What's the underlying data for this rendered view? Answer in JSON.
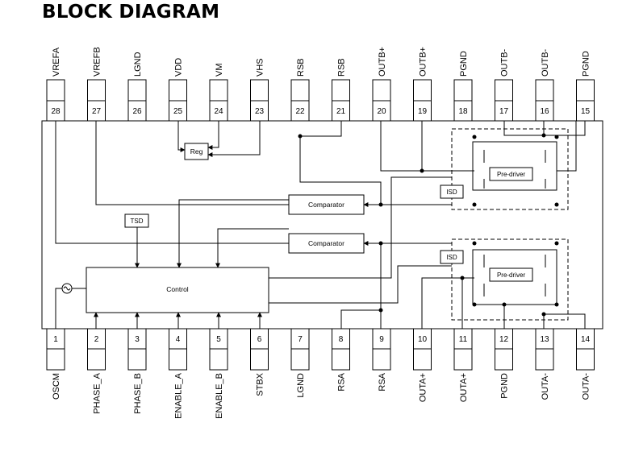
{
  "title": "BLOCK DIAGRAM",
  "top_pins": [
    {
      "num": "28",
      "name": "VREFA"
    },
    {
      "num": "27",
      "name": "VREFB"
    },
    {
      "num": "26",
      "name": "LGND"
    },
    {
      "num": "25",
      "name": "VDD"
    },
    {
      "num": "24",
      "name": "VM"
    },
    {
      "num": "23",
      "name": "VHS"
    },
    {
      "num": "22",
      "name": "RSB"
    },
    {
      "num": "21",
      "name": "RSB"
    },
    {
      "num": "20",
      "name": "OUTB+"
    },
    {
      "num": "19",
      "name": "OUTB+"
    },
    {
      "num": "18",
      "name": "PGND"
    },
    {
      "num": "17",
      "name": "OUTB-"
    },
    {
      "num": "16",
      "name": "OUTB-"
    },
    {
      "num": "15",
      "name": "PGND"
    }
  ],
  "bottom_pins": [
    {
      "num": "1",
      "name": "OSCM"
    },
    {
      "num": "2",
      "name": "PHASE_A"
    },
    {
      "num": "3",
      "name": "PHASE_B"
    },
    {
      "num": "4",
      "name": "ENABLE_A"
    },
    {
      "num": "5",
      "name": "ENABLE_B"
    },
    {
      "num": "6",
      "name": "STBX"
    },
    {
      "num": "7",
      "name": "LGND"
    },
    {
      "num": "8",
      "name": "RSA"
    },
    {
      "num": "9",
      "name": "RSA"
    },
    {
      "num": "10",
      "name": "OUTA+"
    },
    {
      "num": "11",
      "name": "OUTA+"
    },
    {
      "num": "12",
      "name": "PGND"
    },
    {
      "num": "13",
      "name": "OUTA-"
    },
    {
      "num": "14",
      "name": "OUTA-"
    }
  ],
  "blocks": {
    "reg": "Reg",
    "comparator_b": "Comparator",
    "comparator_a": "Comparator",
    "tsd": "TSD",
    "control": "Control",
    "isd_b": "ISD",
    "isd_a": "ISD",
    "predriver_b": "Pre-driver",
    "predriver_a": "Pre-driver"
  }
}
